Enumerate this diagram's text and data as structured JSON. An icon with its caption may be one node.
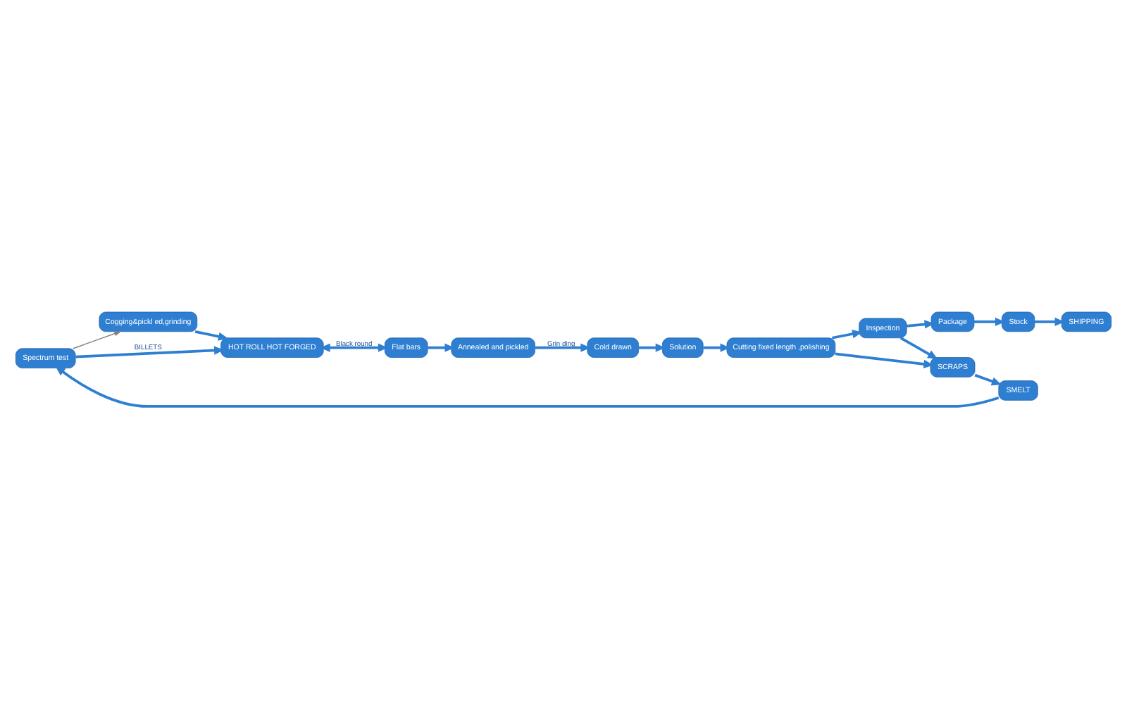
{
  "diagram": {
    "nodes": [
      {
        "text": [
          "Spectrum test"
        ]
      },
      {
        "text": [
          "Cogging&pickl ed,grinding"
        ]
      },
      {
        "text": [
          "HOT ROLL HOT FORGED"
        ]
      },
      {
        "text": [
          "Flat bars"
        ]
      },
      {
        "text": [
          "Annealed and pickled"
        ]
      },
      {
        "text": [
          "SMELT"
        ]
      },
      {
        "text": [
          "SHIPPING"
        ]
      },
      {
        "text": [
          "SCRAPS"
        ]
      },
      {
        "text": [
          "Cold drawn"
        ]
      },
      {
        "text": [
          "Stock"
        ]
      },
      {
        "text": [
          "Package"
        ]
      },
      {
        "text": [
          "Inspection"
        ]
      },
      {
        "text": [
          "Cutting fixed length ,polishing"
        ]
      },
      {
        "text": [
          "Solution"
        ]
      }
    ],
    "edges": [
      {
        "from": 0,
        "to": 2,
        "arrow": "to",
        "label": "BILLETS"
      },
      {
        "from": 0,
        "to": 1,
        "arrow": "to",
        "color": "#808080"
      },
      {
        "from": 1,
        "to": 2,
        "arrow": "to"
      },
      {
        "from": 2,
        "to": 3,
        "arrow": "both",
        "label": "Black round"
      },
      {
        "from": 3,
        "to": 4,
        "arrow": "to"
      },
      {
        "from": 4,
        "to": 8,
        "arrow": "to",
        "label": "Grin ding"
      },
      {
        "from": 8,
        "to": 13,
        "arrow": "to"
      },
      {
        "from": 13,
        "to": 12,
        "arrow": "to"
      },
      {
        "from": 12,
        "to": 11,
        "arrow": "to"
      },
      {
        "from": 11,
        "to": 10,
        "arrow": "to"
      },
      {
        "from": 10,
        "to": 9,
        "arrow": "to"
      },
      {
        "from": 9,
        "to": 6,
        "arrow": "to"
      },
      {
        "from": 11,
        "to": 7,
        "arrow": "to"
      },
      {
        "from": 12,
        "to": 7,
        "arrow": "to"
      },
      {
        "from": 7,
        "to": 5,
        "arrow": "to"
      },
      {
        "from": 5,
        "to": 0,
        "arrow": "to"
      }
    ]
  }
}
